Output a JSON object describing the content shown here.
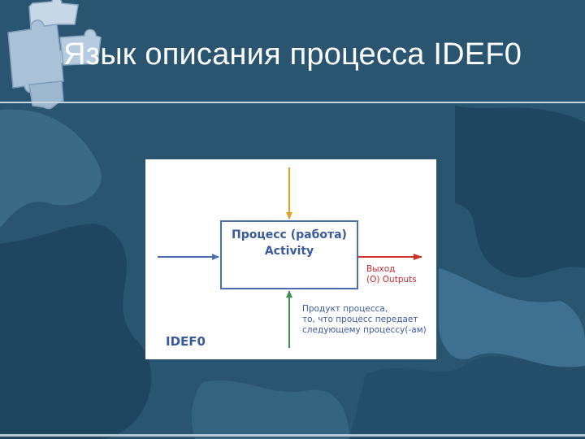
{
  "slide": {
    "title": "Язык описания процесса IDEF0"
  },
  "diagram": {
    "process_title": "Процесс (работа)",
    "process_subtitle": "Activity",
    "output_label": [
      "Выход",
      "(O) Outputs"
    ],
    "product_label": [
      "Продукт процесса,",
      "то, что процесс передает",
      "следующему процессу(-ам)"
    ],
    "notation": "IDEF0",
    "colors": {
      "control_arrow": "#e0a020",
      "input_arrow": "#4a6fb0",
      "output_arrow": "#d0312d",
      "mechanism_arrow": "#3e8f4f",
      "box_border": "#4a6fb0",
      "text": "#3a5aa0"
    }
  }
}
